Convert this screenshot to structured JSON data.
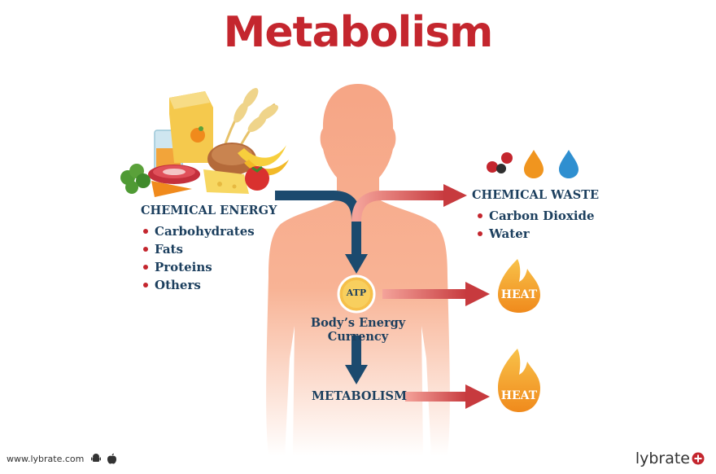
{
  "title": "Metabolism",
  "energy": {
    "heading": "CHEMICAL ENERGY",
    "items": [
      "Carbohydrates",
      "Fats",
      "Proteins",
      "Others"
    ]
  },
  "waste": {
    "heading": "CHEMICAL WASTE",
    "items": [
      "Carbon Dioxide",
      "Water"
    ]
  },
  "atp": {
    "badge": "ATP",
    "caption": "Body’s Energy Currency"
  },
  "metabolism_label": "METABOLISM",
  "heat_labels": [
    "HEAT",
    "HEAT"
  ],
  "footer": {
    "site": "www.lybrate.com",
    "brand": "lybrate"
  },
  "colors": {
    "title": "#c4262e",
    "text": "#1c3f5e",
    "arrow_dark": "#1c4a6e",
    "arrow_red": "#c73a3e",
    "body": "#f6a585",
    "flame": "#f39a1f"
  },
  "icons": [
    "food-group-icon",
    "molecule-icon",
    "orange-drop-icon",
    "blue-drop-icon",
    "flame-icon",
    "android-icon",
    "apple-icon"
  ]
}
